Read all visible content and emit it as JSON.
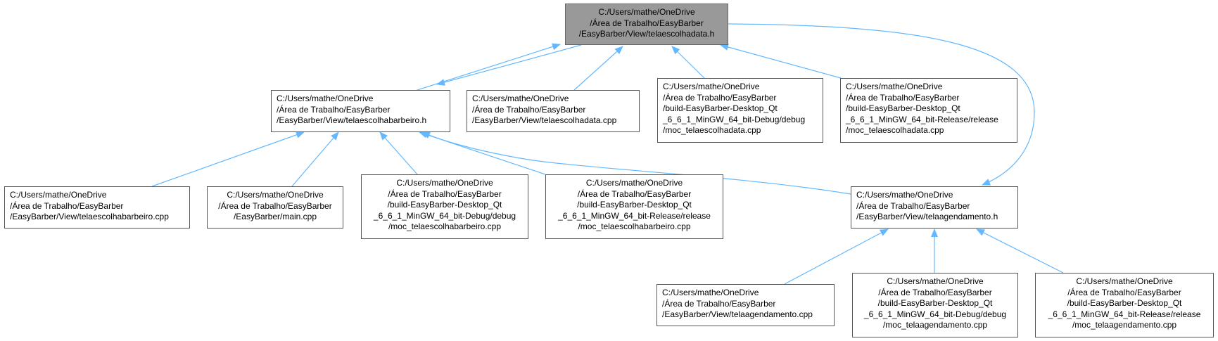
{
  "colors": {
    "edge": "#63b8ff",
    "root_fill": "#999999",
    "node_border": "#555555"
  },
  "nodes": {
    "root": {
      "lines": [
        "C:/Users/mathe/OneDrive",
        "/Área de Trabalho/EasyBarber",
        "/EasyBarber/View/telaescolhadata.h"
      ]
    },
    "barbeiro_h": {
      "lines": [
        "C:/Users/mathe/OneDrive",
        "/Área de Trabalho/EasyBarber",
        "/EasyBarber/View/telaescolhabarbeiro.h"
      ]
    },
    "data_cpp": {
      "lines": [
        "C:/Users/mathe/OneDrive",
        "/Área de Trabalho/EasyBarber",
        "/EasyBarber/View/telaescolhadata.cpp"
      ]
    },
    "moc_data_debug": {
      "lines": [
        "C:/Users/mathe/OneDrive",
        "/Área de Trabalho/EasyBarber",
        "/build-EasyBarber-Desktop_Qt",
        "_6_6_1_MinGW_64_bit-Debug/debug",
        "/moc_telaescolhadata.cpp"
      ]
    },
    "moc_data_release": {
      "lines": [
        "C:/Users/mathe/OneDrive",
        "/Área de Trabalho/EasyBarber",
        "/build-EasyBarber-Desktop_Qt",
        "_6_6_1_MinGW_64_bit-Release/release",
        "/moc_telaescolhadata.cpp"
      ]
    },
    "barbeiro_cpp": {
      "lines": [
        "C:/Users/mathe/OneDrive",
        "/Área de Trabalho/EasyBarber",
        "/EasyBarber/View/telaescolhabarbeiro.cpp"
      ]
    },
    "main_cpp": {
      "lines": [
        "C:/Users/mathe/OneDrive",
        "/Área de Trabalho/EasyBarber",
        "/EasyBarber/main.cpp"
      ]
    },
    "moc_barbeiro_debug": {
      "lines": [
        "C:/Users/mathe/OneDrive",
        "/Área de Trabalho/EasyBarber",
        "/build-EasyBarber-Desktop_Qt",
        "_6_6_1_MinGW_64_bit-Debug/debug",
        "/moc_telaescolhabarbeiro.cpp"
      ]
    },
    "moc_barbeiro_release": {
      "lines": [
        "C:/Users/mathe/OneDrive",
        "/Área de Trabalho/EasyBarber",
        "/build-EasyBarber-Desktop_Qt",
        "_6_6_1_MinGW_64_bit-Release/release",
        "/moc_telaescolhabarbeiro.cpp"
      ]
    },
    "agendamento_h": {
      "lines": [
        "C:/Users/mathe/OneDrive",
        "/Área de Trabalho/EasyBarber",
        "/EasyBarber/View/telaagendamento.h"
      ]
    },
    "agendamento_cpp": {
      "lines": [
        "C:/Users/mathe/OneDrive",
        "/Área de Trabalho/EasyBarber",
        "/EasyBarber/View/telaagendamento.cpp"
      ]
    },
    "moc_agendamento_debug": {
      "lines": [
        "C:/Users/mathe/OneDrive",
        "/Área de Trabalho/EasyBarber",
        "/build-EasyBarber-Desktop_Qt",
        "_6_6_1_MinGW_64_bit-Debug/debug",
        "/moc_telaagendamento.cpp"
      ]
    },
    "moc_agendamento_release": {
      "lines": [
        "C:/Users/mathe/OneDrive",
        "/Área de Trabalho/EasyBarber",
        "/build-EasyBarber-Desktop_Qt",
        "_6_6_1_MinGW_64_bit-Release/release",
        "/moc_telaagendamento.cpp"
      ]
    }
  }
}
